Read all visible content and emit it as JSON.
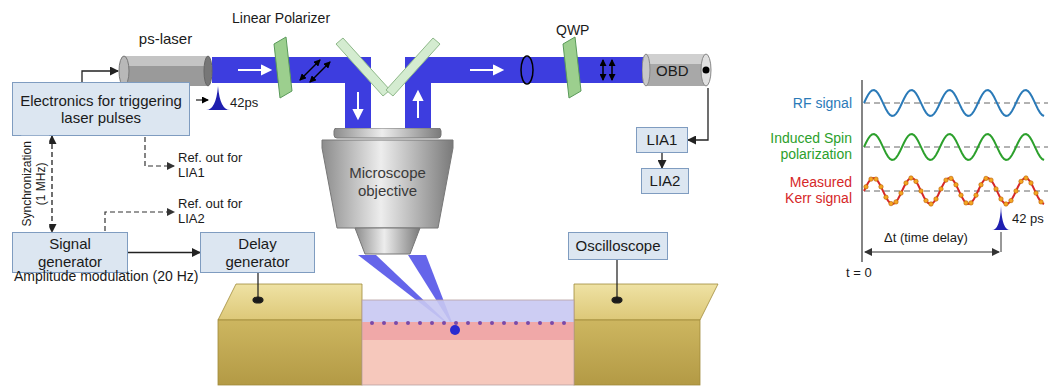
{
  "diagram": {
    "nodes": [
      {
        "text": [
          "ps-laser"
        ]
      },
      {
        "text": [
          "Electronics for triggering laser pulses"
        ]
      },
      {
        "text": [
          "Signal generator"
        ]
      },
      {
        "text": [
          "Delay generator"
        ]
      },
      {
        "text": [
          "Oscilloscope"
        ]
      },
      {
        "text": [
          "Microscope objective"
        ]
      },
      {
        "text": [
          "LIA1"
        ]
      },
      {
        "text": [
          "LIA2"
        ]
      },
      {
        "text": [
          "OBD"
        ]
      }
    ],
    "edges": [
      {
        "from": 1,
        "to": 0,
        "arrow": "to"
      },
      {
        "from": 1,
        "to": 2,
        "arrow": "both",
        "label": "Synchronization (1 MHz)"
      },
      {
        "from": 2,
        "to": 3,
        "arrow": "to"
      },
      {
        "from": 8,
        "to": 6,
        "arrow": "to"
      },
      {
        "from": 6,
        "to": 7,
        "arrow": "to"
      }
    ],
    "labels": [
      "42ps",
      "Linear Polarizer",
      "QWP",
      "Ref. out for LIA1",
      "Ref. out for LIA2",
      "Amplitude modulation (20 Hz)",
      "RF signal",
      "Induced Spin polarization",
      "Measured Kerr signal",
      "t = 0",
      "Δt (time delay)",
      "42 ps"
    ]
  }
}
